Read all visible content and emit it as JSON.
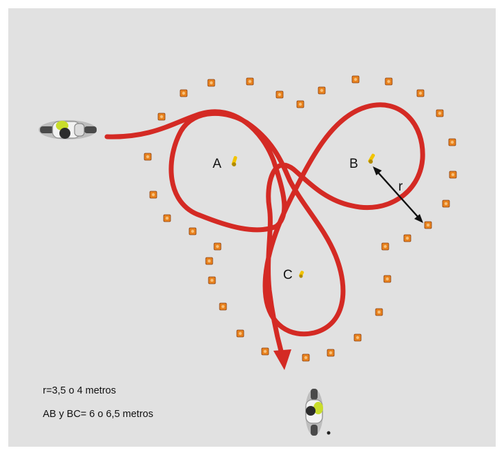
{
  "labels": {
    "point_a": "A",
    "point_b": "B",
    "point_c": "C",
    "radius": "r"
  },
  "notes": {
    "radius_note": "r=3,5 o 4 metros",
    "distance_note": "AB y BC= 6 o 6,5 metros"
  },
  "colors": {
    "background": "#e1e1e1",
    "path": "#d42a24",
    "cone": "#e8821e",
    "cone_dark": "#8a3e0e",
    "marker": "#f2c400",
    "arrow": "#111111"
  },
  "icons": {
    "start_vehicle": "motorcycle-top-view-icon",
    "end_vehicle": "motorcycle-top-view-icon",
    "cone": "traffic-cone-icon"
  }
}
